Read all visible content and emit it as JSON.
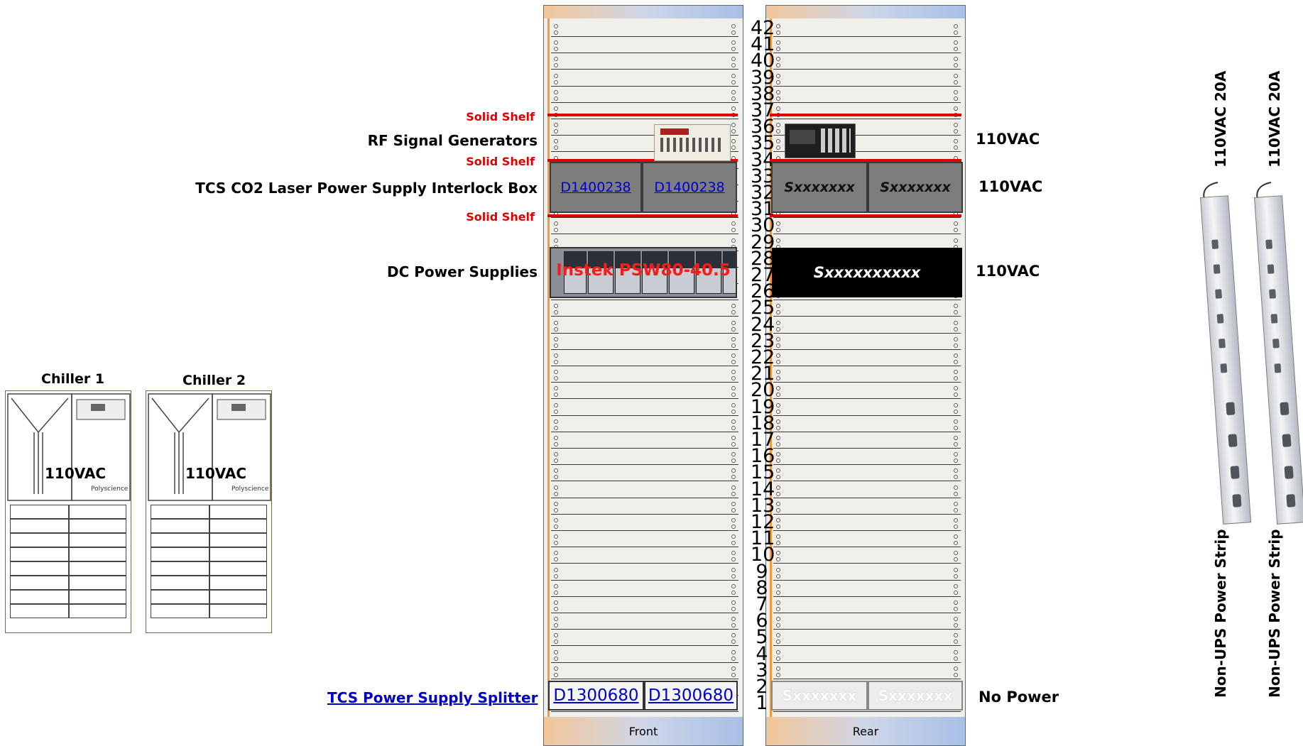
{
  "rack_front": {
    "label": "Front"
  },
  "rack_rear": {
    "label": "Rear"
  },
  "unit_numbers": [
    "42",
    "41",
    "40",
    "39",
    "38",
    "37",
    "36",
    "35",
    "34",
    "33",
    "32",
    "31",
    "30",
    "29",
    "28",
    "27",
    "26",
    "25",
    "24",
    "23",
    "22",
    "21",
    "20",
    "19",
    "18",
    "17",
    "16",
    "15",
    "14",
    "13",
    "12",
    "11",
    "10",
    "9",
    "8",
    "7",
    "6",
    "5",
    "4",
    "3",
    "2",
    "1"
  ],
  "shelf_labels": {
    "s37": "Solid Shelf",
    "s34": "Solid Shelf",
    "s31": "Solid Shelf"
  },
  "left_labels": {
    "rf": "RF Signal Generators",
    "tcs": "TCS CO2 Laser Power Supply Interlock Box",
    "dc": "DC Power Supplies",
    "splitter": "TCS Power Supply Splitter"
  },
  "right_labels": {
    "rf": "110VAC",
    "tcs": "110VAC",
    "dc": "110VAC",
    "splitter": "No Power"
  },
  "front_devices": {
    "interlock_a": "D1400238",
    "interlock_b": "D1400238",
    "psu": "Instek PSW80-40.5",
    "splitter_a": "D1300680",
    "splitter_b": "D1300680"
  },
  "rear_devices": {
    "interlock_a": "Sxxxxxxx",
    "interlock_b": "Sxxxxxxx",
    "psu": "Sxxxxxxxxxx",
    "splitter_a": "Sxxxxxxx",
    "splitter_b": "Sxxxxxxx"
  },
  "chillers": [
    {
      "title": "Chiller 1",
      "power": "110VAC"
    },
    {
      "title": "Chiller 2",
      "power": "110VAC"
    }
  ],
  "power_strips": [
    {
      "rating": "110VAC 20A",
      "label": "Non-UPS Power Strip"
    },
    {
      "rating": "110VAC 20A",
      "label": "Non-UPS Power Strip"
    }
  ],
  "colors": {
    "shelf": "#e00000",
    "link": "#0000cc",
    "rail": "#f29a3a"
  }
}
